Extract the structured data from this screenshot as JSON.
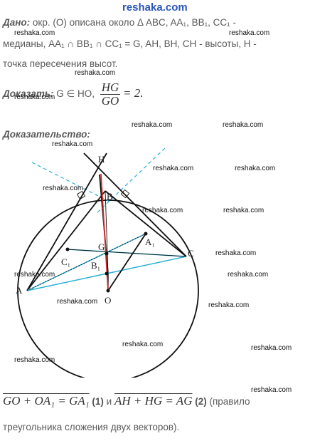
{
  "site": "reshaka.com",
  "watermark": "reshaka.com",
  "given": {
    "label": "Дано:",
    "line1": " окр. (O) описана около  Δ ABC, AA₁, BB₁, CC₁ -",
    "line2": "медианы, AA₁ ∩ BB₁ ∩ CC₁ = G, AH, BH, CH - высоты, H -",
    "line3": "точка пересечения высот."
  },
  "prove": {
    "label": "Доказать:",
    "stmt": " G ∈ HO,",
    "num": "HG",
    "den": "GO",
    "rhs": "= 2."
  },
  "proof_label": "Доказательство:",
  "diagram": {
    "labels": [
      "H",
      "B",
      "A₁",
      "G",
      "C",
      "C₁",
      "B₁",
      "A",
      "O"
    ]
  },
  "equation": {
    "eq1": "GO + OA₁ = GA₁",
    "tag1": "(1)",
    "and": " и ",
    "eq2": "AH + HG = AG",
    "tag2": "(2)",
    "note1": " (правило",
    "note2": "треугольника сложения двух векторов)."
  }
}
